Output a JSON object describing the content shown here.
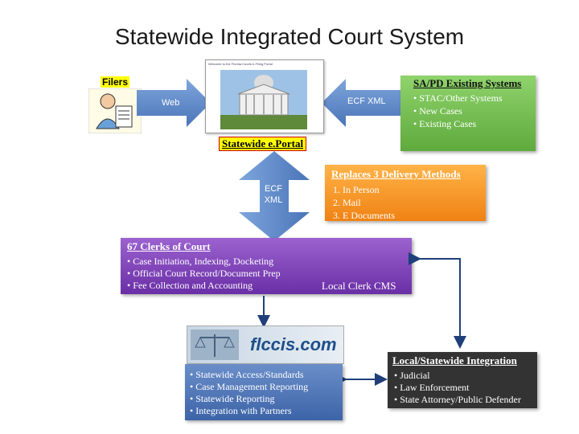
{
  "title": "Statewide Integrated Court System",
  "filers": {
    "label": "Filers"
  },
  "web_arrow": {
    "label": "Web"
  },
  "ecf_arrow_horizontal": {
    "label": "ECF XML"
  },
  "portal": {
    "label": "Statewide e.Portal",
    "screenshot_caption": "Welcome to the Florida Courts e-Filing Portal"
  },
  "sapd": {
    "label": "SA/PD Existing Systems",
    "items": [
      "• STAC/Other Systems",
      "• New Cases",
      "• Existing Cases"
    ]
  },
  "ecf_arrow_vertical": {
    "label_line1": "ECF",
    "label_line2": "XML"
  },
  "replaces": {
    "label": "Replaces 3 Delivery Methods",
    "items": [
      "1. In Person",
      "2. Mail",
      "3. E Documents"
    ]
  },
  "clerks": {
    "label": "67 Clerks of Court",
    "items": [
      "• Case Initiation, Indexing, Docketing",
      "• Official Court Record/Document Prep",
      "• Fee Collection and Accounting"
    ]
  },
  "local_cms": {
    "label": "Local Clerk CMS"
  },
  "flccis": {
    "logo_text": "flccis.com",
    "items": [
      "• Statewide Access/Standards",
      "• Case Management Reporting",
      "• Statewide Reporting",
      "• Integration with Partners"
    ]
  },
  "integration": {
    "label": "Local/Statewide Integration",
    "items": [
      "• Judicial",
      "• Law Enforcement",
      "• State Attorney/Public Defender"
    ]
  },
  "colors": {
    "green": "#6dbd48",
    "purple": "#7d40b8",
    "orange": "#f59a2c",
    "blue": "#4a72b5",
    "arrow_blue": "#4f7fc6",
    "highlight": "#ffff00"
  }
}
